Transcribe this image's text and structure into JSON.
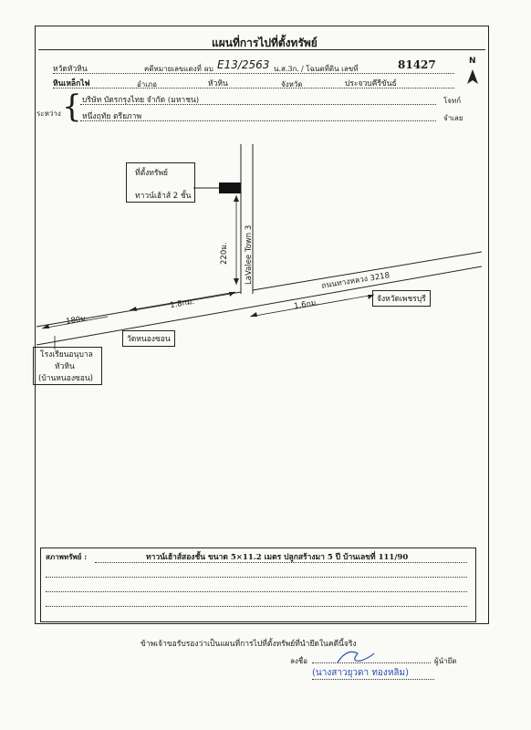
{
  "title": "แผนที่การไปที่ตั้งทรัพย์",
  "north": "N",
  "header": {
    "branch": "หวัดหัวหิน",
    "ref_label": "คดีหมายเลขแดงที่",
    "case_prefix": "ผบ",
    "case_no": "E13/2563",
    "court": "น.ส.3ก.",
    "deed_label": "/ โฉนดที่ดิน เลขที่",
    "deed_no": "81427",
    "subdistrict": "หินเหล็กไฟ",
    "district_label": "อำเภอ",
    "district": "หัวหิน",
    "province_label": "จังหวัด",
    "province": "ประจวบคีรีขันธ์",
    "between_label": "ระหว่าง",
    "plaintiff": "บริษัท บัตรกรุงไทย จำกัด (มหาชน)",
    "plaintiff_role": "โจทก์",
    "defendant": "หนึ่งฤทัย ตรียภาพ",
    "defendant_role": "จำเลย"
  },
  "map": {
    "site_label_1": "ที่ตั้งทรัพย์",
    "site_label_2": "ทาวน์เฮ้าส์ 2 ชั้น",
    "side_road": "LaValee Town 3",
    "dist_220": "220ม.",
    "dist_1_8": "1.8กม.",
    "dist_180": "180ม.",
    "dist_1_6": "1.6กม.",
    "main_road": "ถนนทางหลวง 3218",
    "province_label": "จังหวัดเพชรบุรี",
    "temple": "วัดหนองซอน",
    "school_1": "โรงเรียนอนุบาล",
    "school_2": "หัวหิน",
    "school_3": "(บ้านหนองซอน)"
  },
  "condition": {
    "label": "สภาพทรัพย์ :",
    "text": "ทาวน์เฮ้าส์สองชั้น ขนาด 5×11.2 เมตร ปลูกสร้างมา 5 ปี บ้านเลขที่ 111/90"
  },
  "certify": "ข้าพเจ้าขอรับรองว่าเป็นแผนที่การไปที่ตั้งทรัพย์ที่นำยึดในคดีนี้จริง",
  "sign_label": "ลงชื่อ",
  "sign_role": "ผู้นำยึด",
  "signer_name": "(นางสาวยุวดา ทองหลิม)"
}
